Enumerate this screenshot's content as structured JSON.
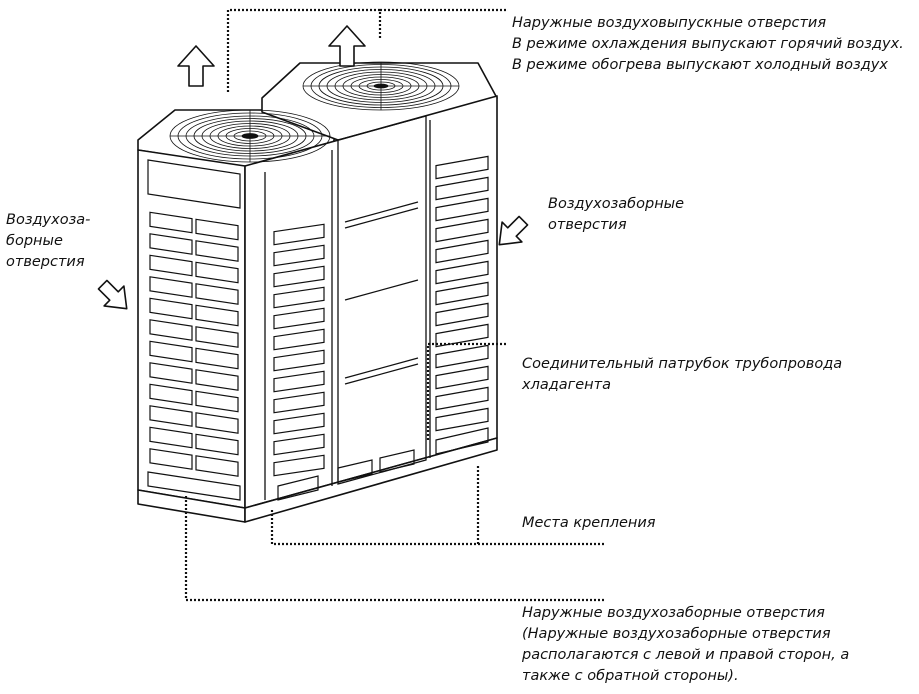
{
  "labels": {
    "outlets": {
      "line1": "Наружные воздуховыпускные отверстия",
      "line2": "В режиме охлаждения выпускают горячий воздух.",
      "line3": "В режиме обогрева выпускают холодный воздух"
    },
    "intake_right": {
      "line1": "Воздухозаборные",
      "line2": "отверстия"
    },
    "intake_left": {
      "line1": "Воздухоза-",
      "line2": "борные",
      "line3": "отверстия"
    },
    "pipe": {
      "line1": "Соединительный патрубок трубопровода",
      "line2": "хладагента"
    },
    "mounting": {
      "line1": "Места крепления"
    },
    "outer_intake": {
      "line1": "Наружные воздухозаборные отверстия",
      "line2": "(Наружные воздухозаборные отверстия",
      "line3": "располагаются с левой и правой сторон, а",
      "line4": "также с обратной стороны)."
    }
  }
}
